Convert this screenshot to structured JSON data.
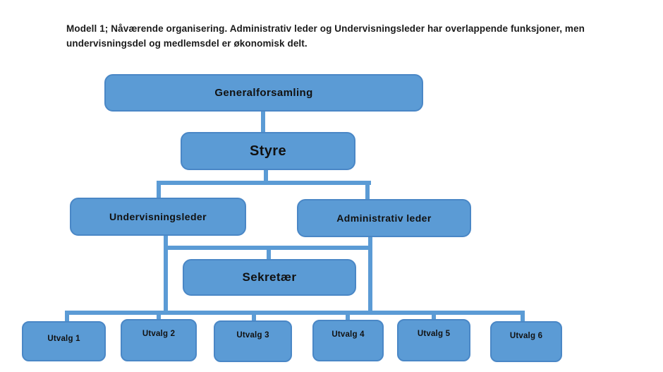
{
  "caption": {
    "line1": "Modell 1; Nåværende organisering. Administrativ leder og Undervisningsleder har overlappende funksjoner, men",
    "line2": "undervisningsdel og medlemsdel er økonomisk delt."
  },
  "colors": {
    "node_fill": "#5b9bd5",
    "node_border": "#4a87c6",
    "connector": "#5b9bd5",
    "text": "#111111",
    "caption_text": "#1b1b1b",
    "background": "#ffffff"
  },
  "nodes": {
    "generalforsamling": "Generalforsamling",
    "styre": "Styre",
    "undervisningsleder": "Undervisningsleder",
    "administrativ_leder": "Administrativ leder",
    "sekretaer": "Sekretær",
    "utvalg": [
      "Utvalg 1",
      "Utvalg 2",
      "Utvalg 3",
      "Utvalg 4",
      "Utvalg 5",
      "Utvalg 6"
    ]
  },
  "edges": [
    {
      "from": "Generalforsamling",
      "to": "Styre"
    },
    {
      "from": "Styre",
      "to": "Undervisningsleder"
    },
    {
      "from": "Styre",
      "to": "Administrativ leder"
    },
    {
      "from": "Undervisningsleder",
      "to": "Sekretær"
    },
    {
      "from": "Administrativ leder",
      "to": "Sekretær"
    },
    {
      "from": "Undervisningsleder",
      "to": "Utvalg 1"
    },
    {
      "from": "Undervisningsleder",
      "to": "Utvalg 2"
    },
    {
      "from": "Undervisningsleder",
      "to": "Utvalg 3"
    },
    {
      "from": "Administrativ leder",
      "to": "Utvalg 4"
    },
    {
      "from": "Administrativ leder",
      "to": "Utvalg 5"
    },
    {
      "from": "Administrativ leder",
      "to": "Utvalg 6"
    }
  ]
}
